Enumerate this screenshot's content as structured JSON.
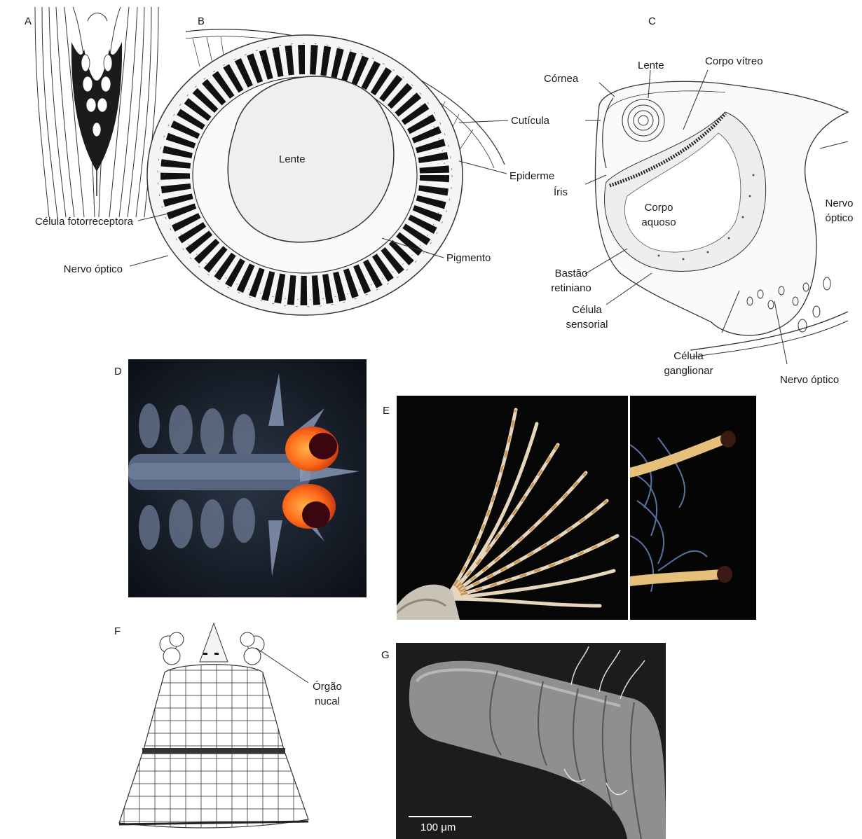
{
  "panels": {
    "A": "A",
    "B": "B",
    "C": "C",
    "D": "D",
    "E": "E",
    "F": "F",
    "G": "G"
  },
  "labels_A": {
    "photoreceptor": "Célula fotorreceptora",
    "optic_nerve": "Nervo óptico"
  },
  "labels_B": {
    "lens": "Lente",
    "cuticle": "Cutícula",
    "epidermis": "Epiderme",
    "pigment": "Pigmento"
  },
  "labels_C": {
    "cornea": "Córnea",
    "lens": "Lente",
    "vitreous": "Corpo vítreo",
    "iris": "Íris",
    "aqueous_1": "Corpo",
    "aqueous_2": "aquoso",
    "optic_nerve_top_1": "Nervo",
    "optic_nerve_top_2": "óptico",
    "rod_1": "Bastão",
    "rod_2": "retiniano",
    "sensory_1": "Célula",
    "sensory_2": "sensorial",
    "ganglion_1": "Célula",
    "ganglion_2": "ganglionar",
    "optic_nerve_bottom": "Nervo óptico"
  },
  "labels_F": {
    "nuchal_1": "Órgão",
    "nuchal_2": "nucal"
  },
  "labels_G": {
    "scale": "100 μm"
  }
}
